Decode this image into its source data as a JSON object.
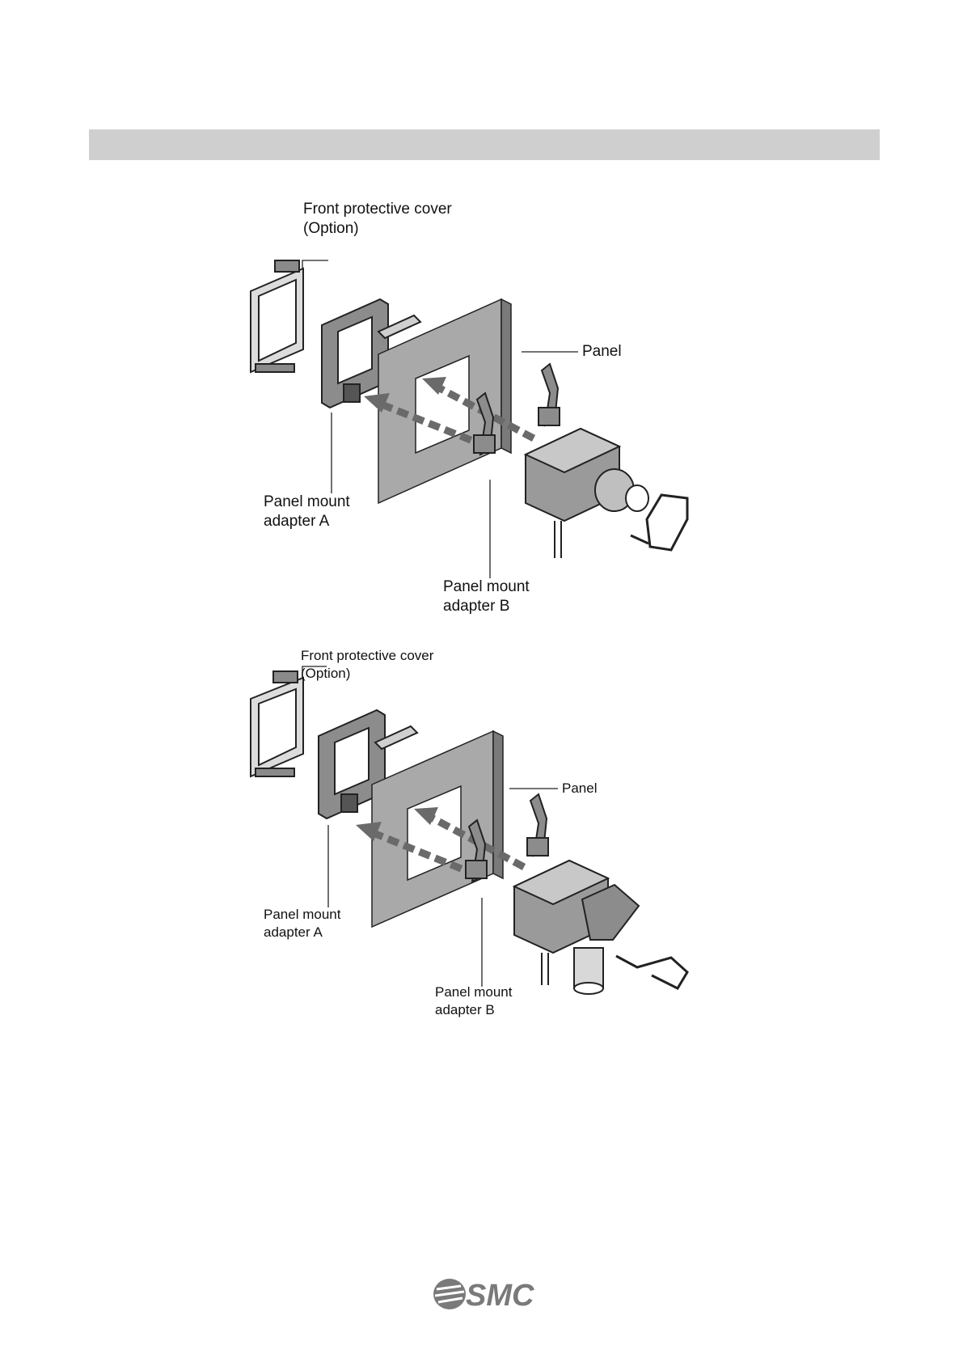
{
  "header": {
    "title": ""
  },
  "figures": [
    {
      "front_cover_label": "Front protective cover",
      "front_cover_option": "(Option)",
      "panel_label": "Panel",
      "adapter_a_line1": "Panel mount",
      "adapter_a_line2": "adapter A",
      "adapter_b_line1": "Panel mount",
      "adapter_b_line2": "adapter B"
    },
    {
      "front_cover_label": "Front protective cover",
      "front_cover_option": "(Option)",
      "panel_label": "Panel",
      "adapter_a_line1": "Panel mount",
      "adapter_a_line2": "adapter A",
      "adapter_b_line1": "Panel mount",
      "adapter_b_line2": "adapter B"
    }
  ],
  "footer": {
    "logo_text": "SMC"
  },
  "colors": {
    "header_bar": "#cfcfcf",
    "panel": "#a9a9a9",
    "part": "#8c8c8c",
    "arrow": "#6a6a6a"
  }
}
